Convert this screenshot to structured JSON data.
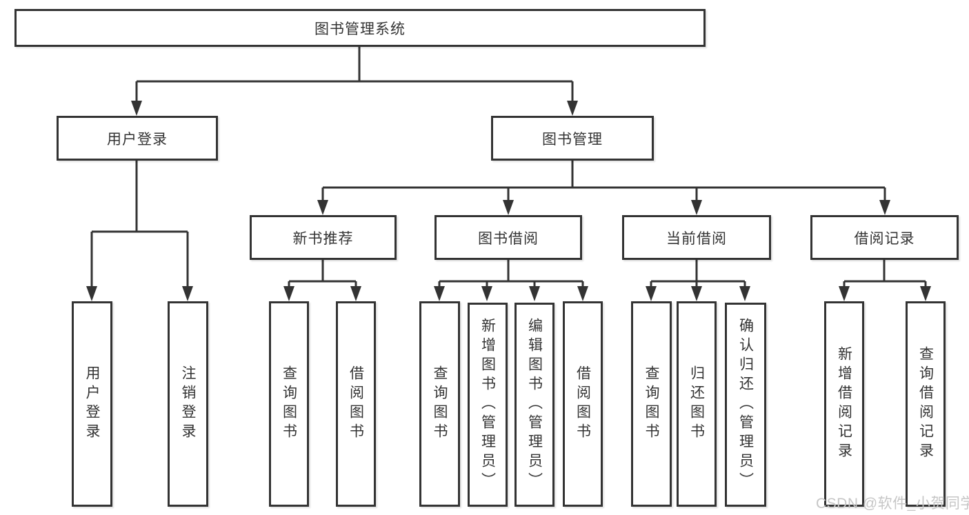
{
  "tree": {
    "label": "图书管理系统",
    "children": [
      {
        "label": "用户登录",
        "children": [
          {
            "label": "用户登录"
          },
          {
            "label": "注销登录"
          }
        ]
      },
      {
        "label": "图书管理",
        "children": [
          {
            "label": "新书推荐",
            "children": [
              {
                "label": "查询图书"
              },
              {
                "label": "借阅图书"
              }
            ]
          },
          {
            "label": "图书借阅",
            "children": [
              {
                "label": "查询图书"
              },
              {
                "label": "新增图书（管理员）"
              },
              {
                "label": "编辑图书（管理员）"
              },
              {
                "label": "借阅图书"
              }
            ]
          },
          {
            "label": "当前借阅",
            "children": [
              {
                "label": "查询图书"
              },
              {
                "label": "归还图书"
              },
              {
                "label": "确认归还（管理员）"
              }
            ]
          },
          {
            "label": "借阅记录",
            "children": [
              {
                "label": "新增借阅记录"
              },
              {
                "label": "查询借阅记录"
              }
            ]
          }
        ]
      }
    ]
  },
  "watermark": {
    "text": "CSDN @软件_小贺同学"
  },
  "colors": {
    "line": "#333333",
    "text": "#333333",
    "box_fill": "#ffffff",
    "watermark": "#c6c6c6",
    "background": "#ffffff"
  }
}
